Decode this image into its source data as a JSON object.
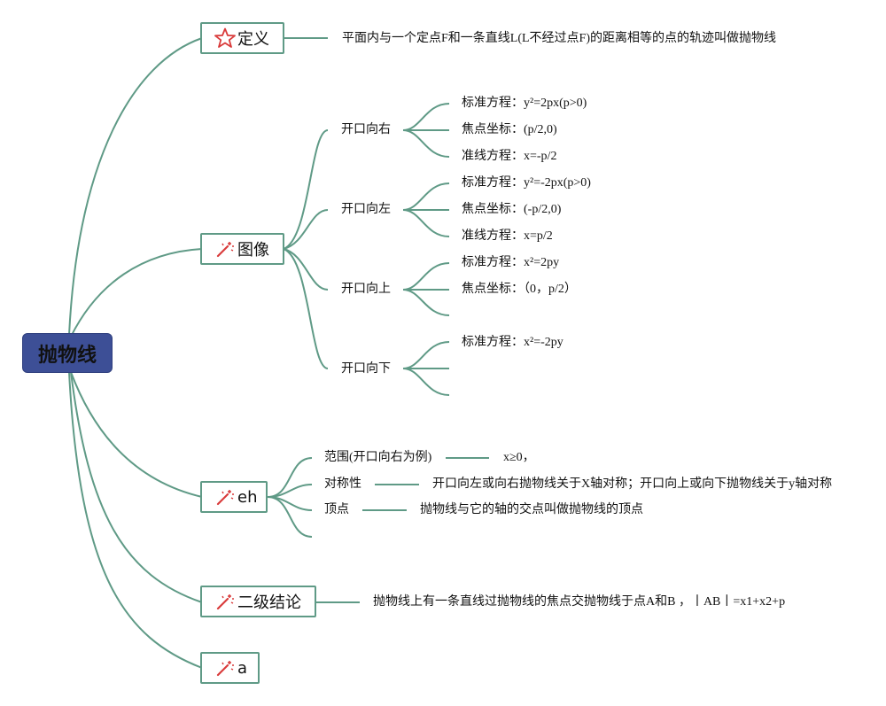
{
  "root": {
    "label": "抛物线"
  },
  "branches": {
    "definition": {
      "label": "定义",
      "icon": "star-icon",
      "text": "平面内与一个定点F和一条直线L(L不经过点F)的距离相等的点的轨迹叫做抛物线"
    },
    "image": {
      "label": "图像",
      "icon": "magic-wand-icon",
      "groups": [
        {
          "label": "开口向右",
          "items": [
            "标准方程：y²=2px(p>0)",
            "焦点坐标：(p/2,0)",
            "准线方程：x=-p/2"
          ]
        },
        {
          "label": "开口向左",
          "items": [
            "标准方程：y²=-2px(p>0)",
            "焦点坐标：(-p/2,0)",
            "准线方程：x=p/2"
          ]
        },
        {
          "label": "开口向上",
          "items": [
            "标准方程：x²=2py",
            "焦点坐标：（0，p/2）",
            ""
          ]
        },
        {
          "label": "开口向下",
          "items": [
            "标准方程：x²=-2py",
            "",
            ""
          ]
        }
      ]
    },
    "eh": {
      "label": "eh",
      "icon": "magic-wand-icon",
      "items": [
        {
          "label": "范围(开口向右为例)",
          "value": "x≥0，"
        },
        {
          "label": "对称性",
          "value": "开口向左或向右抛物线关于X轴对称；开口向上或向下抛物线关于y轴对称"
        },
        {
          "label": "顶点",
          "value": "抛物线与它的轴的交点叫做抛物线的顶点"
        },
        {
          "label": "",
          "value": ""
        }
      ]
    },
    "conclusion": {
      "label": "二级结论",
      "icon": "magic-wand-icon",
      "text": "抛物线上有一条直线过抛物线的焦点交抛物线于点A和B ，丨AB丨=x1+x2+p"
    },
    "a": {
      "label": "a",
      "icon": "magic-wand-icon"
    }
  },
  "colors": {
    "line": "#5f9a86",
    "root_bg": "#3d4f96",
    "icon_red": "#d93b3b"
  }
}
